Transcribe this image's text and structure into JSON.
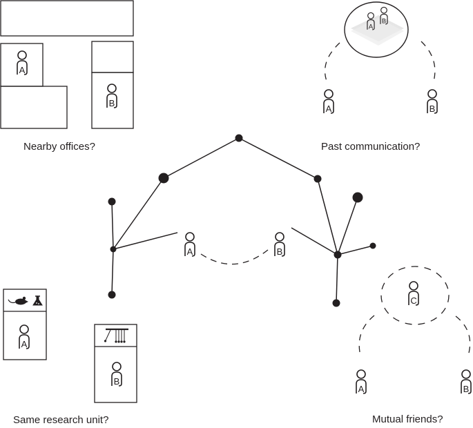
{
  "colors": {
    "ink": "#231f20",
    "shadow": "#d9d9d9",
    "background": "#ffffff"
  },
  "captions": {
    "nearby_offices": "Nearby offices?",
    "past_communication": "Past communication?",
    "same_research_unit": "Same research unit?",
    "mutual_friends": "Mutual friends?"
  },
  "people": {
    "a": "A",
    "b": "B",
    "c": "C"
  },
  "icons": {
    "research_unit_a": [
      "mouse-icon",
      "flask-icon"
    ],
    "research_unit_b": [
      "newtons-cradle-icon"
    ],
    "past_communication": "meeting-icon"
  },
  "network": {
    "nodes": [
      {
        "id": "top",
        "size": "medium"
      },
      {
        "id": "left-upper",
        "size": "large"
      },
      {
        "id": "right-upper",
        "size": "medium"
      },
      {
        "id": "left-hub",
        "size": "small"
      },
      {
        "id": "left-top-leaf",
        "size": "medium"
      },
      {
        "id": "left-bottom-leaf",
        "size": "medium"
      },
      {
        "id": "right-hub",
        "size": "medium"
      },
      {
        "id": "right-top-leaf",
        "size": "large"
      },
      {
        "id": "right-side-leaf",
        "size": "small"
      },
      {
        "id": "right-bottom-leaf",
        "size": "medium"
      }
    ],
    "edges": [
      [
        "top",
        "left-upper"
      ],
      [
        "top",
        "right-upper"
      ],
      [
        "left-upper",
        "left-hub"
      ],
      [
        "left-hub",
        "left-top-leaf"
      ],
      [
        "left-hub",
        "left-bottom-leaf"
      ],
      [
        "left-hub",
        "person-a"
      ],
      [
        "right-upper",
        "right-hub"
      ],
      [
        "right-hub",
        "right-top-leaf"
      ],
      [
        "right-hub",
        "right-side-leaf"
      ],
      [
        "right-hub",
        "right-bottom-leaf"
      ],
      [
        "right-hub",
        "person-b"
      ]
    ],
    "dashed_links": [
      [
        "person-a",
        "person-b"
      ]
    ]
  }
}
